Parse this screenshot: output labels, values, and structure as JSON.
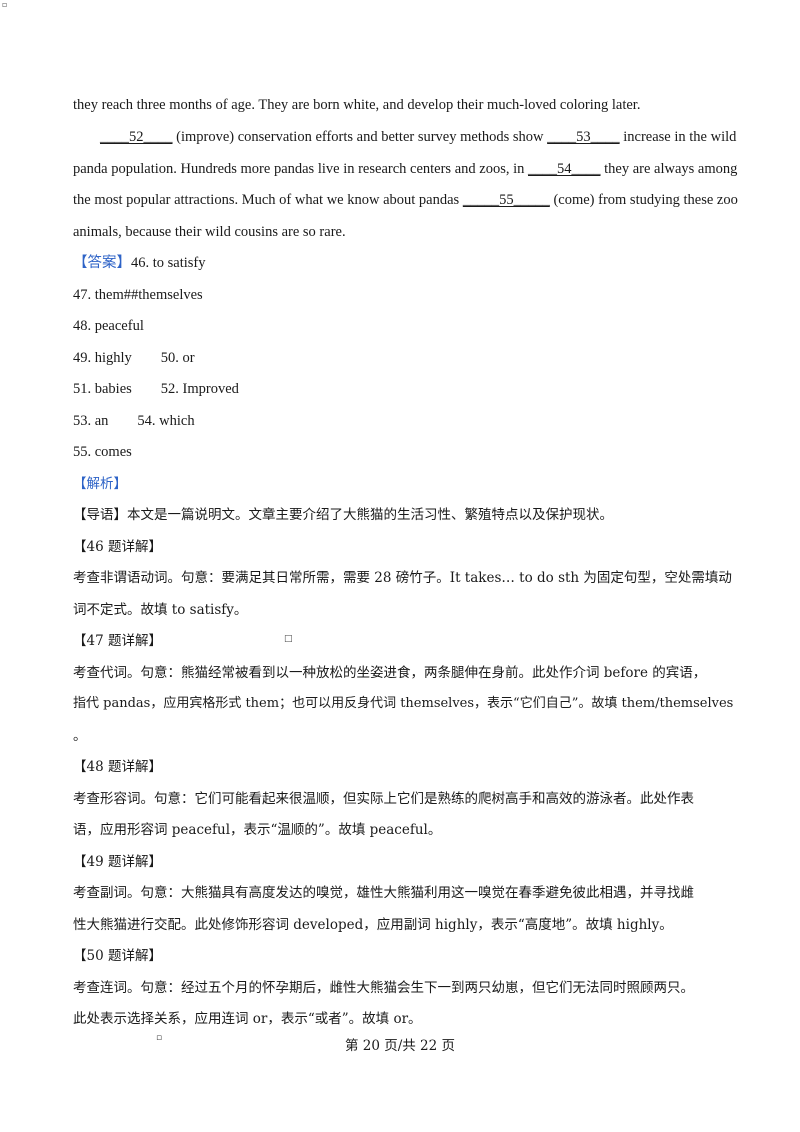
{
  "passage": {
    "line1": "they reach three months of age. They are born white, and develop their much-loved coloring later.",
    "line2": {
      "b52_pre": "____",
      "b52": "52",
      "b52_post": "____",
      "t1": " (improve) conservation efforts and better survey methods show ",
      "b53": "____53____",
      "t2": " increase in the wild"
    },
    "line3": {
      "t1": "panda population. Hundreds more pandas live in research centers and zoos, in ",
      "b54": "____54____",
      "t2": " they are always among"
    },
    "line4": {
      "t1": "the most popular attractions. Much of what we know about pandas ",
      "b55": "_____55_____",
      "t2": " (come) from studying these zoo"
    },
    "line5": "animals, because their wild cousins are so rare."
  },
  "answer": {
    "label": "【答案】",
    "first": "46. to satisfy",
    "lines": [
      "47. them##themselves",
      "48. peaceful",
      "49. highly        50. or",
      "51. babies        52. Improved",
      "53. an        54. which",
      "55. comes"
    ]
  },
  "analysis": {
    "label": "【解析】",
    "guide": "【导语】本文是一篇说明文。文章主要介绍了大熊猫的生活习性、繁殖特点以及保护现状。",
    "q46_title": "【46 题详解】",
    "q46_l1": "考查非谓语动词。句意：要满足其日常所需，需要 28 磅竹子。It takes… to do sth 为固定句型，空处需填动",
    "q46_l2": "词不定式。故填 to satisfy。",
    "q47_title": "【47 题详解】",
    "q47_l1": "考查代词。句意：熊猫经常被看到以一种放松的坐姿进食，两条腿伸在身前。此处作介词 before 的宾语，",
    "q47_l2": "指代 pandas，应用宾格形式 them；也可以用反身代词 themselves，表示“它们自己”。故填 them/themselves",
    "q47_l3": "。",
    "q48_title": "【48 题详解】",
    "q48_l1": "考查形容词。句意：它们可能看起来很温顺，但实际上它们是熟练的爬树高手和高效的游泳者。此处作表",
    "q48_l2": "语，应用形容词 peaceful，表示“温顺的”。故填 peaceful。",
    "q49_title": "【49 题详解】",
    "q49_l1": "考查副词。句意：大熊猫具有高度发达的嗅觉，雄性大熊猫利用这一嗅觉在春季避免彼此相遇，并寻找雌",
    "q49_l2": "性大熊猫进行交配。此处修饰形容词 developed，应用副词 highly，表示“高度地”。故填 highly。",
    "q50_title": "【50 题详解】",
    "q50_l1": "考查连词。句意：经过五个月的怀孕期后，雌性大熊猫会生下一到两只幼崽，但它们无法同时照顾两只。",
    "q50_l2": "此处表示选择关系，应用连词 or，表示“或者”。故填 or。"
  },
  "footer": "第 20 页/共 22 页"
}
